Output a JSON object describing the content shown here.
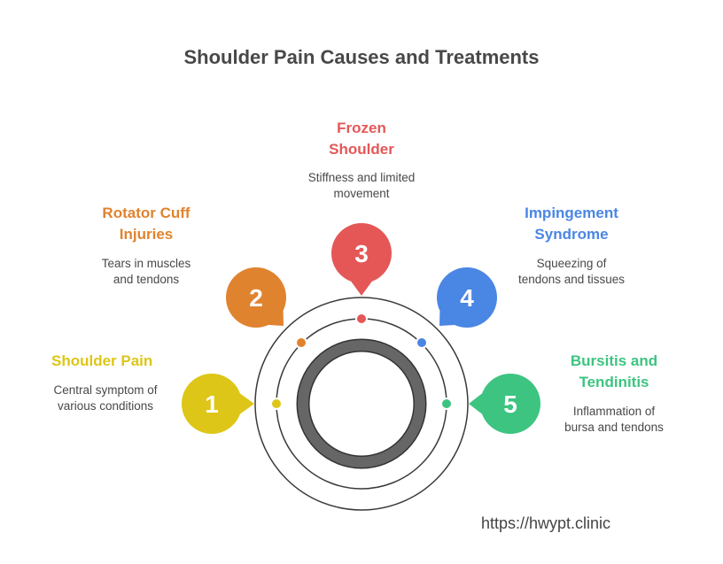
{
  "title": "Shoulder Pain Causes and Treatments",
  "items": [
    {
      "number": "1",
      "title_lines": [
        "Shoulder Pain"
      ],
      "desc_lines": [
        "Central symptom of",
        "various conditions"
      ],
      "color": "#DDC617"
    },
    {
      "number": "2",
      "title_lines": [
        "Rotator Cuff",
        "Injuries"
      ],
      "desc_lines": [
        "Tears in muscles",
        "and tendons"
      ],
      "color": "#E0832F"
    },
    {
      "number": "3",
      "title_lines": [
        "Frozen",
        "Shoulder"
      ],
      "desc_lines": [
        "Stiffness and limited",
        "movement"
      ],
      "color": "#E55757"
    },
    {
      "number": "4",
      "title_lines": [
        "Impingement",
        "Syndrome"
      ],
      "desc_lines": [
        "Squeezing of",
        "tendons and tissues"
      ],
      "color": "#4A86E4"
    },
    {
      "number": "5",
      "title_lines": [
        "Bursitis and",
        "Tendinitis"
      ],
      "desc_lines": [
        "Inflammation of",
        "bursa and tendons"
      ],
      "color": "#3DC481"
    }
  ],
  "footer": "https://hwypt.clinic"
}
